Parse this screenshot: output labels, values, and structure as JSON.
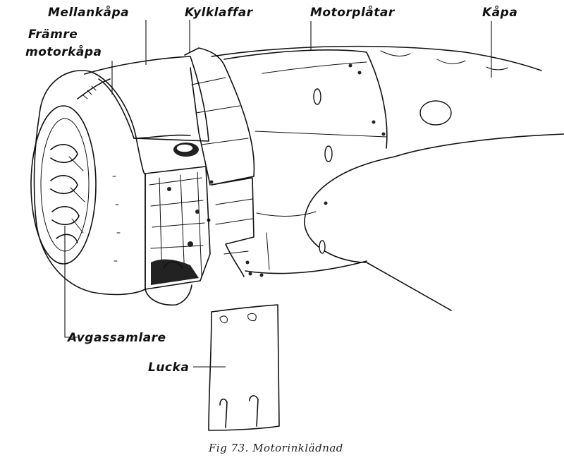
{
  "figure": {
    "caption": "Fig 73. Motorinklädnad",
    "labels": {
      "mellankapa": "Mellankåpa",
      "kylklaffar": "Kylklaffar",
      "motorplatar": "Motorplåtar",
      "kapa": "Kåpa",
      "framre_line1": "Främre",
      "framre_line2": "motorkåpa",
      "avgassamlare": "Avgassamlare",
      "lucka": "Lucka"
    }
  }
}
